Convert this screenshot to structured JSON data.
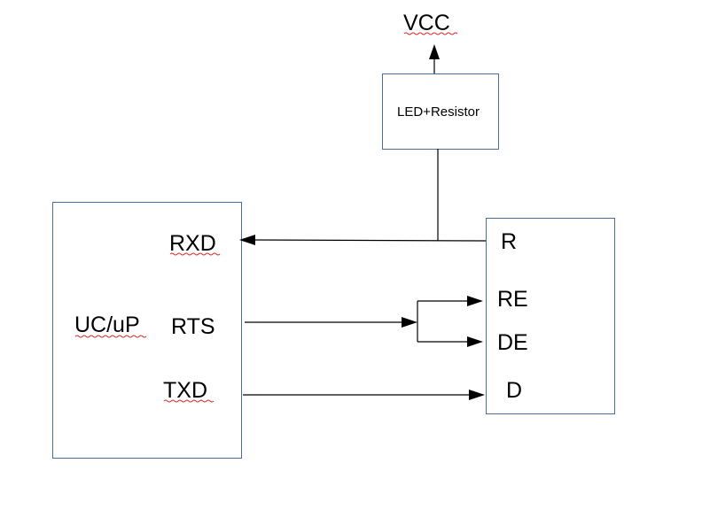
{
  "colors": {
    "box_border": "#4a6f96",
    "wire": "#000000",
    "spellcheck_underline": "#d42a2a"
  },
  "supply": {
    "label": "VCC"
  },
  "indicator": {
    "label": "LED+Resistor"
  },
  "controller": {
    "name": "UC/uP",
    "pins": {
      "rxd": "RXD",
      "rts": "RTS",
      "txd": "TXD"
    }
  },
  "transceiver": {
    "pins": {
      "r": "R",
      "re": "RE",
      "de": "DE",
      "d": "D"
    }
  }
}
